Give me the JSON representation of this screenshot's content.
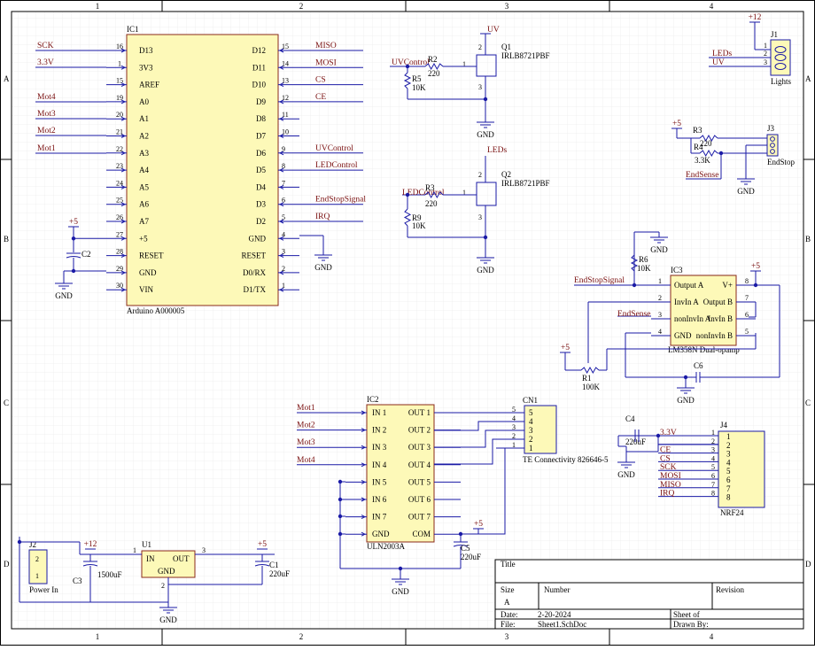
{
  "border": {
    "cols": [
      "1",
      "2",
      "3",
      "4"
    ],
    "rows": [
      "A",
      "B",
      "C",
      "D"
    ]
  },
  "ic1": {
    "ref": "IC1",
    "value": "Arduino A000005",
    "left_pins": [
      {
        "n": "16",
        "name": "D13"
      },
      {
        "n": "1",
        "name": "3V3"
      },
      {
        "n": "15",
        "name": "AREF"
      },
      {
        "n": "19",
        "name": "A0"
      },
      {
        "n": "20",
        "name": "A1"
      },
      {
        "n": "21",
        "name": "A2"
      },
      {
        "n": "22",
        "name": "A3"
      },
      {
        "n": "23",
        "name": "A4"
      },
      {
        "n": "24",
        "name": "A5"
      },
      {
        "n": "25",
        "name": "A6"
      },
      {
        "n": "26",
        "name": "A7"
      },
      {
        "n": "27",
        "name": "+5"
      },
      {
        "n": "28",
        "name": "RESET"
      },
      {
        "n": "29",
        "name": "GND"
      },
      {
        "n": "30",
        "name": "VIN"
      }
    ],
    "right_pins": [
      {
        "n": "15",
        "name": "D12"
      },
      {
        "n": "14",
        "name": "D11"
      },
      {
        "n": "13",
        "name": "D10"
      },
      {
        "n": "12",
        "name": "D9"
      },
      {
        "n": "11",
        "name": "D8"
      },
      {
        "n": "10",
        "name": "D7"
      },
      {
        "n": "9",
        "name": "D6"
      },
      {
        "n": "8",
        "name": "D5"
      },
      {
        "n": "7",
        "name": "D4"
      },
      {
        "n": "6",
        "name": "D3"
      },
      {
        "n": "5",
        "name": "D2"
      },
      {
        "n": "4",
        "name": "GND"
      },
      {
        "n": "3",
        "name": "RESET"
      },
      {
        "n": "2",
        "name": "D0/RX"
      },
      {
        "n": "1",
        "name": "D1/TX"
      }
    ],
    "left_nets": [
      "SCK",
      "3.3V",
      "",
      "Mot4",
      "Mot3",
      "Mot2",
      "Mot1"
    ],
    "right_nets": [
      "MISO",
      "MOSI",
      "CS",
      "CE",
      "",
      "",
      "UVControl",
      "LEDControl",
      "",
      "EndStopSignal",
      "IRQ"
    ]
  },
  "c2": {
    "ref": "C2"
  },
  "q1": {
    "ref": "Q1",
    "value": "IRLB8721PBF",
    "net_top": "UV",
    "net_in": "UVControl",
    "r2": "R2",
    "r2v": "220",
    "r5": "R5",
    "r5v": "10K",
    "p1": "1",
    "p2": "2",
    "p3": "3"
  },
  "q2": {
    "ref": "Q2",
    "value": "IRLB8721PBF",
    "net_top": "LEDs",
    "net_in": "LEDControl",
    "r3": "R3",
    "r3v": "220",
    "r9": "R9",
    "r9v": "10K",
    "p1": "1",
    "p2": "2",
    "p3": "3"
  },
  "j1": {
    "ref": "J1",
    "value": "Lights",
    "nets": [
      "+12",
      "LEDs",
      "UV"
    ],
    "pins": [
      "1",
      "2",
      "3"
    ]
  },
  "j3": {
    "ref": "J3",
    "value": "EndStop",
    "r3": "R3",
    "r3v": "220",
    "r4": "R4",
    "r4v": "3.3K",
    "net": "EndSense",
    "pwr": "+5"
  },
  "ic3": {
    "ref": "IC3",
    "value": "LM358N Dual-opamp",
    "left": [
      {
        "n": "1",
        "name": "Output A"
      },
      {
        "n": "2",
        "name": "InvIn A"
      },
      {
        "n": "3",
        "name": "nonInvIn A"
      },
      {
        "n": "4",
        "name": "GND"
      }
    ],
    "right": [
      {
        "n": "8",
        "name": "V+"
      },
      {
        "n": "7",
        "name": "Output B"
      },
      {
        "n": "6",
        "name": "InvIn B"
      },
      {
        "n": "5",
        "name": "nonInvIn B"
      }
    ],
    "r6": "R6",
    "r6v": "10K",
    "r1": "R1",
    "r1v": "100K",
    "c6": "C6",
    "net_out": "EndStopSignal",
    "net_in": "EndSense"
  },
  "ic2": {
    "ref": "IC2",
    "value": "ULN2003A",
    "left": [
      "IN 1",
      "IN 2",
      "IN 3",
      "IN 4",
      "IN 5",
      "IN 6",
      "IN 7",
      "GND"
    ],
    "right": [
      "OUT 1",
      "OUT 2",
      "OUT 3",
      "OUT 4",
      "OUT 5",
      "OUT 6",
      "OUT 7",
      "COM"
    ],
    "nets": [
      "Mot1",
      "Mot2",
      "Mot3",
      "Mot4"
    ],
    "c5": "C5",
    "c5v": "220uF"
  },
  "cn1": {
    "ref": "CN1",
    "value": "TE Connectivity 826646-5",
    "pins": [
      "5",
      "4",
      "3",
      "2",
      "1"
    ]
  },
  "j4": {
    "ref": "J4",
    "value": "NRF24",
    "c4": "C4",
    "c4v": "220uF",
    "nets": [
      "3.3V",
      "",
      "CE",
      "CS",
      "SCK",
      "MOSI",
      "MISO",
      "IRQ"
    ],
    "pins": [
      "1",
      "2",
      "3",
      "4",
      "5",
      "6",
      "7",
      "8"
    ]
  },
  "power": {
    "j2": "J2",
    "j2v": "Power In",
    "c3": "C3",
    "c3v": "1500uF",
    "u1": "U1",
    "c1": "C1",
    "c1v": "220uF",
    "in": "IN",
    "out": "OUT",
    "gnd": "GND",
    "p1": "1",
    "p2": "2",
    "p3": "3",
    "v12": "+12",
    "v5": "+5"
  },
  "labels": {
    "gnd": "GND",
    "v5": "+5",
    "v12": "+12"
  },
  "title_block": {
    "title_lbl": "Title",
    "size_lbl": "Size",
    "size": "A",
    "number_lbl": "Number",
    "revision_lbl": "Revision",
    "date_lbl": "Date:",
    "date": "2-20-2024",
    "file_lbl": "File:",
    "file": "Sheet1.SchDoc",
    "sheet_lbl": "Sheet   of",
    "drawn_lbl": "Drawn By:"
  }
}
